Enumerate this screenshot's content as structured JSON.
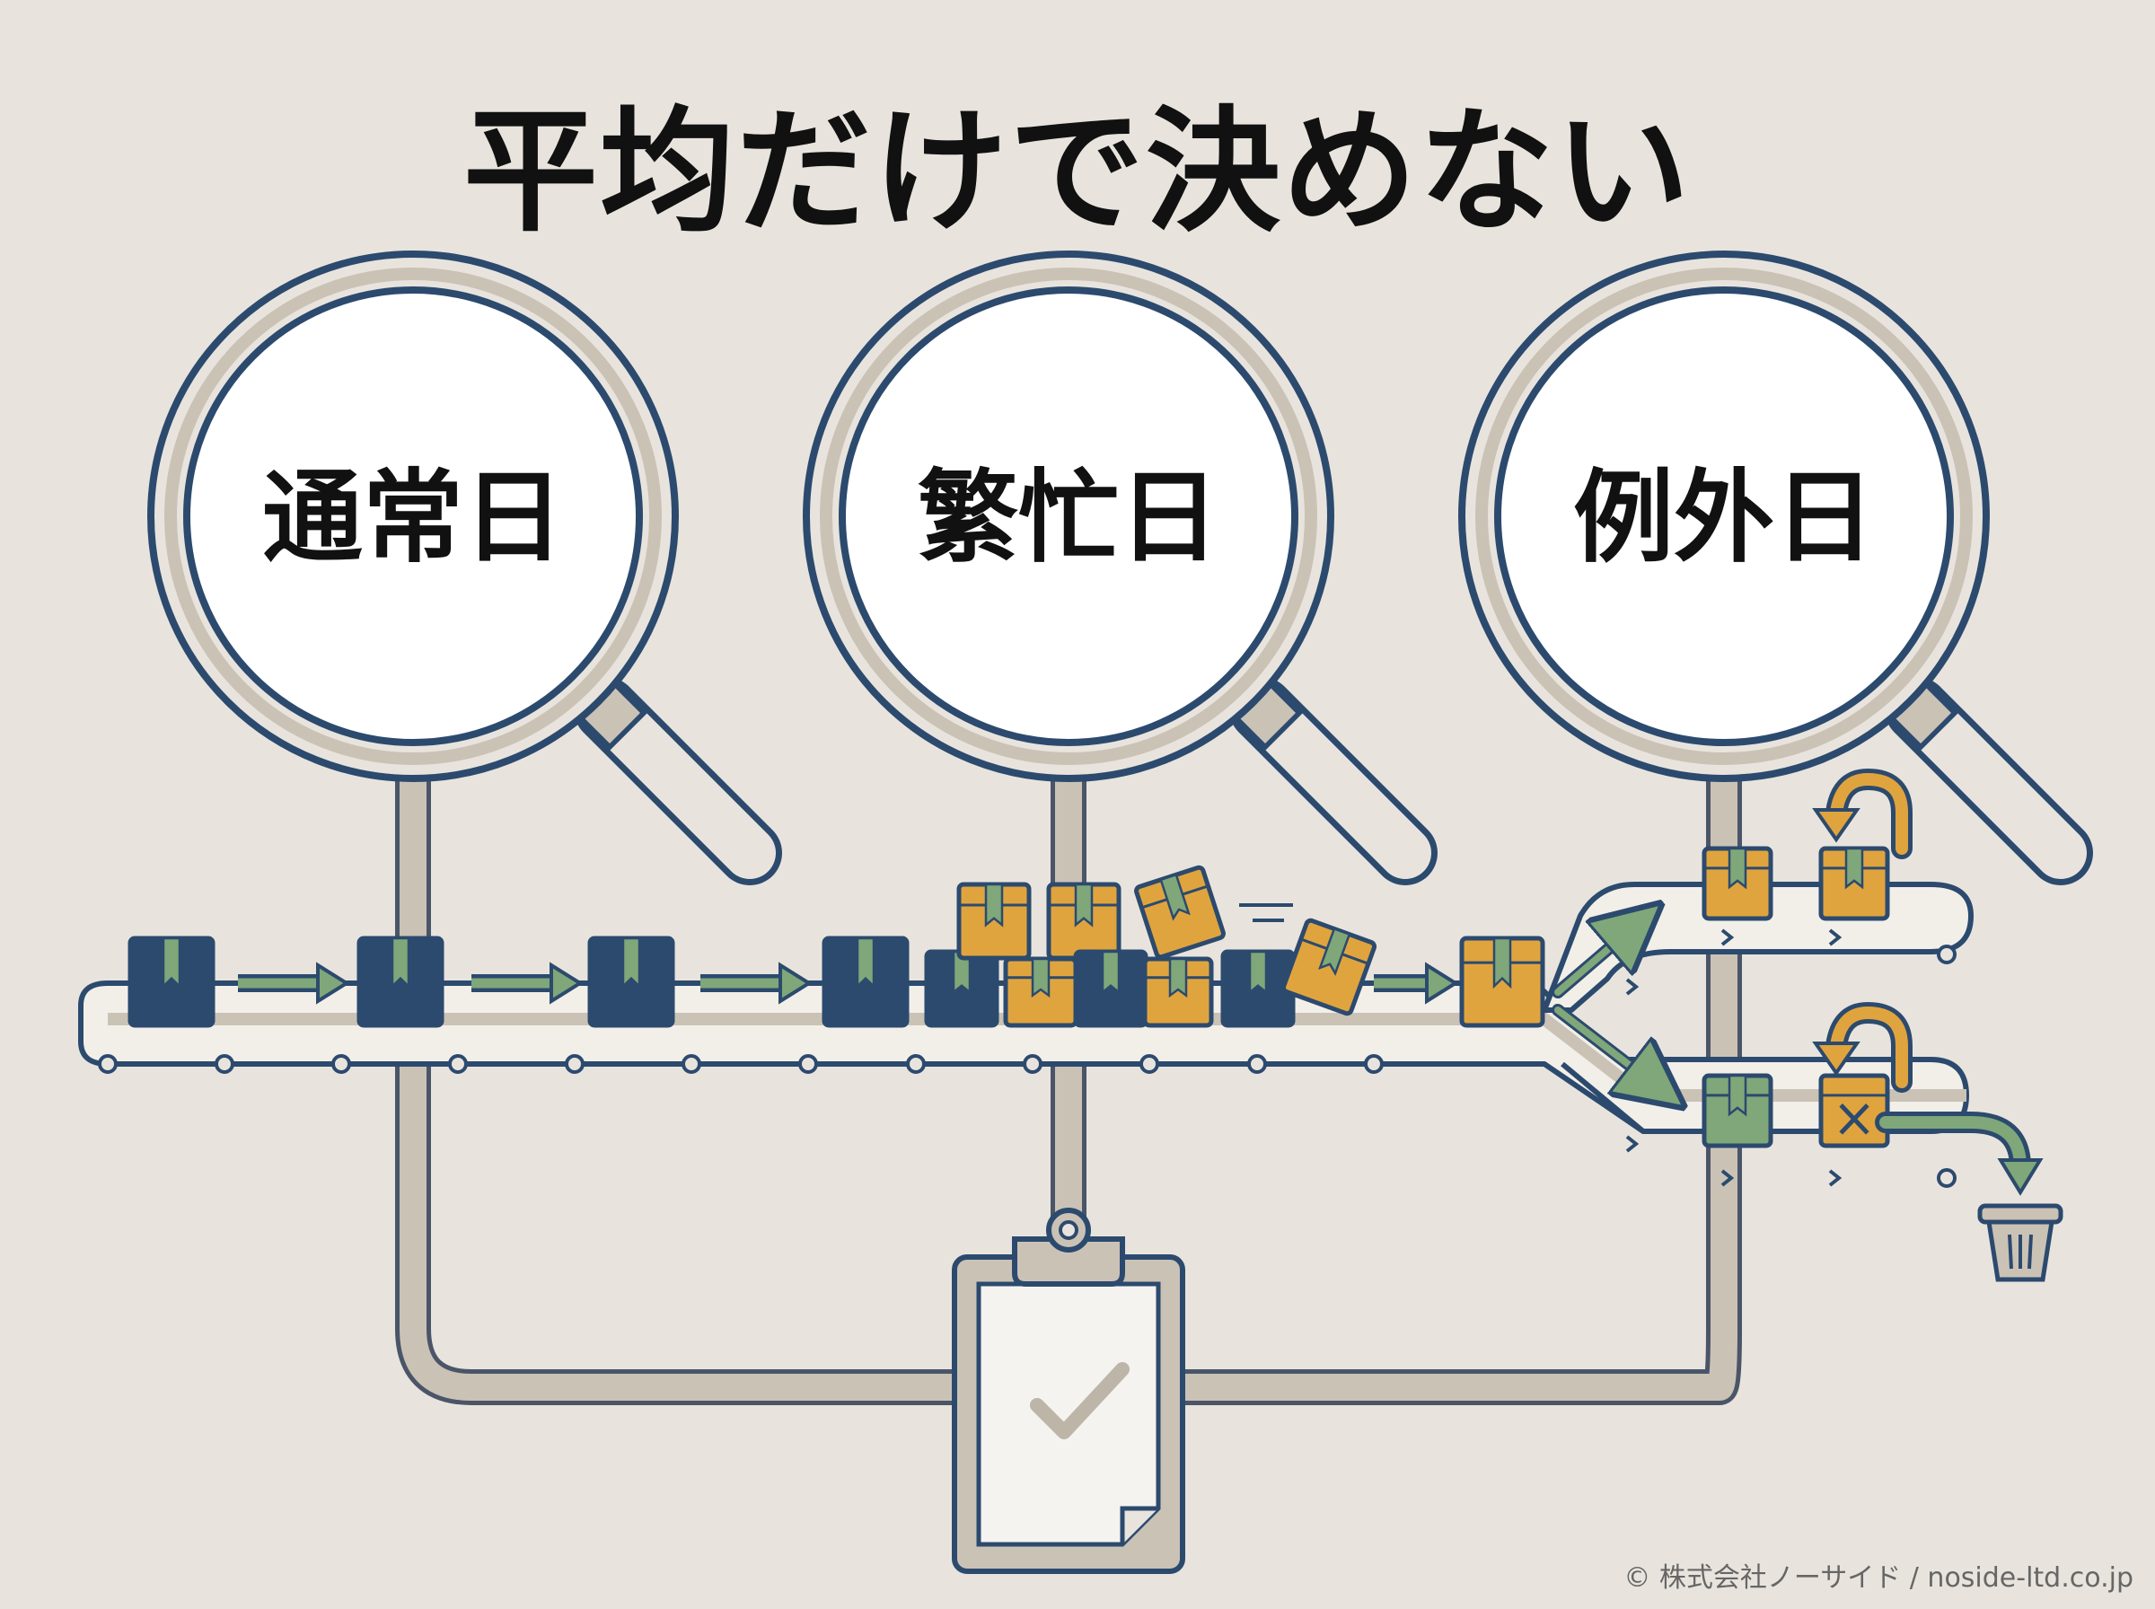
{
  "title": "平均だけで決めない",
  "lenses": [
    {
      "label": "通常日"
    },
    {
      "label": "繁忙日"
    },
    {
      "label": "例外日"
    }
  ],
  "copyright": "© 株式会社ノーサイド / noside-ltd.co.jp",
  "icons": {
    "magnifier": "magnifier-icon",
    "box": "box-icon",
    "arrow": "arrow-icon",
    "return": "return-arrow-icon",
    "reject": "rejected-box-icon",
    "trash": "trash-icon",
    "clipboard": "clipboard-check-icon"
  },
  "colors": {
    "background": "#e8e4dd",
    "navy": "#2c4a6e",
    "amber": "#e0a43e",
    "green": "#7fa779",
    "pipe": "#cbc2b6",
    "white": "#ffffff"
  }
}
